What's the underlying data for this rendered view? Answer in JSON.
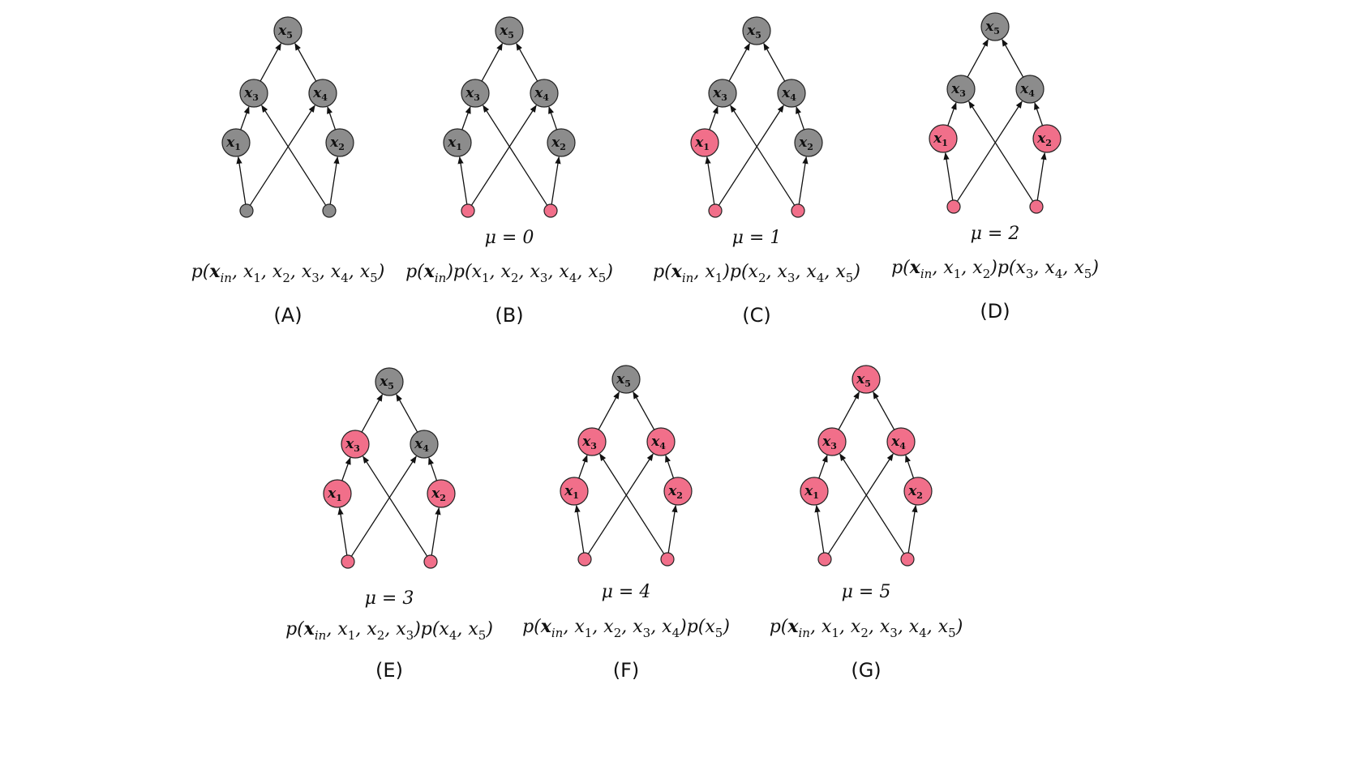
{
  "colors": {
    "observed": "#f16f8a",
    "unobserved": "#8c8c8c",
    "edge": "#111111"
  },
  "nodes": [
    {
      "id": "x5",
      "label": "x",
      "sub": "5"
    },
    {
      "id": "x3",
      "label": "x",
      "sub": "3"
    },
    {
      "id": "x4",
      "label": "x",
      "sub": "4"
    },
    {
      "id": "x1",
      "label": "x",
      "sub": "1"
    },
    {
      "id": "x2",
      "label": "x",
      "sub": "2"
    },
    {
      "id": "inL",
      "label": "",
      "sub": ""
    },
    {
      "id": "inR",
      "label": "",
      "sub": ""
    }
  ],
  "edges": [
    [
      "inL",
      "x1"
    ],
    [
      "inL",
      "x4"
    ],
    [
      "inR",
      "x2"
    ],
    [
      "inR",
      "x3"
    ],
    [
      "x1",
      "x3"
    ],
    [
      "x2",
      "x4"
    ],
    [
      "x3",
      "x5"
    ],
    [
      "x4",
      "x5"
    ]
  ],
  "panels": [
    {
      "letter": "(A)",
      "mu": "",
      "formula": [
        [
          "p(",
          "i"
        ],
        [
          "x",
          "b"
        ],
        [
          "in",
          "subi"
        ],
        [
          ", x",
          "i"
        ],
        [
          "1",
          "sub"
        ],
        [
          ", x",
          "i"
        ],
        [
          "2",
          "sub"
        ],
        [
          ", x",
          "i"
        ],
        [
          "3",
          "sub"
        ],
        [
          ", x",
          "i"
        ],
        [
          "4",
          "sub"
        ],
        [
          ", x",
          "i"
        ],
        [
          "5",
          "sub"
        ],
        [
          ")",
          "i"
        ]
      ],
      "observed": []
    },
    {
      "letter": "(B)",
      "mu": "μ = 0",
      "formula": [
        [
          "p(",
          "i"
        ],
        [
          "x",
          "b"
        ],
        [
          "in",
          "subi"
        ],
        [
          ")p(x",
          "i"
        ],
        [
          "1",
          "sub"
        ],
        [
          ", x",
          "i"
        ],
        [
          "2",
          "sub"
        ],
        [
          ", x",
          "i"
        ],
        [
          "3",
          "sub"
        ],
        [
          ", x",
          "i"
        ],
        [
          "4",
          "sub"
        ],
        [
          ", x",
          "i"
        ],
        [
          "5",
          "sub"
        ],
        [
          ")",
          "i"
        ]
      ],
      "observed": [
        "inL",
        "inR"
      ]
    },
    {
      "letter": "(C)",
      "mu": "μ = 1",
      "formula": [
        [
          "p(",
          "i"
        ],
        [
          "x",
          "b"
        ],
        [
          "in",
          "subi"
        ],
        [
          ", x",
          "i"
        ],
        [
          "1",
          "sub"
        ],
        [
          ")p(x",
          "i"
        ],
        [
          "2",
          "sub"
        ],
        [
          ", x",
          "i"
        ],
        [
          "3",
          "sub"
        ],
        [
          ", x",
          "i"
        ],
        [
          "4",
          "sub"
        ],
        [
          ", x",
          "i"
        ],
        [
          "5",
          "sub"
        ],
        [
          ")",
          "i"
        ]
      ],
      "observed": [
        "inL",
        "inR",
        "x1"
      ]
    },
    {
      "letter": "(D)",
      "mu": "μ = 2",
      "formula": [
        [
          "p(",
          "i"
        ],
        [
          "x",
          "b"
        ],
        [
          "in",
          "subi"
        ],
        [
          ", x",
          "i"
        ],
        [
          "1",
          "sub"
        ],
        [
          ", x",
          "i"
        ],
        [
          "2",
          "sub"
        ],
        [
          ")p(x",
          "i"
        ],
        [
          "3",
          "sub"
        ],
        [
          ", x",
          "i"
        ],
        [
          "4",
          "sub"
        ],
        [
          ", x",
          "i"
        ],
        [
          "5",
          "sub"
        ],
        [
          ")",
          "i"
        ]
      ],
      "observed": [
        "inL",
        "inR",
        "x1",
        "x2"
      ]
    },
    {
      "letter": "(E)",
      "mu": "μ = 3",
      "formula": [
        [
          "p(",
          "i"
        ],
        [
          "x",
          "b"
        ],
        [
          "in",
          "subi"
        ],
        [
          ", x",
          "i"
        ],
        [
          "1",
          "sub"
        ],
        [
          ", x",
          "i"
        ],
        [
          "2",
          "sub"
        ],
        [
          ", x",
          "i"
        ],
        [
          "3",
          "sub"
        ],
        [
          ")p(x",
          "i"
        ],
        [
          "4",
          "sub"
        ],
        [
          ", x",
          "i"
        ],
        [
          "5",
          "sub"
        ],
        [
          ")",
          "i"
        ]
      ],
      "observed": [
        "inL",
        "inR",
        "x1",
        "x2",
        "x3"
      ]
    },
    {
      "letter": "(F)",
      "mu": "μ = 4",
      "formula": [
        [
          "p(",
          "i"
        ],
        [
          "x",
          "b"
        ],
        [
          "in",
          "subi"
        ],
        [
          ", x",
          "i"
        ],
        [
          "1",
          "sub"
        ],
        [
          ", x",
          "i"
        ],
        [
          "2",
          "sub"
        ],
        [
          ", x",
          "i"
        ],
        [
          "3",
          "sub"
        ],
        [
          ", x",
          "i"
        ],
        [
          "4",
          "sub"
        ],
        [
          ")p(x",
          "i"
        ],
        [
          "5",
          "sub"
        ],
        [
          ")",
          "i"
        ]
      ],
      "observed": [
        "inL",
        "inR",
        "x1",
        "x2",
        "x3",
        "x4"
      ]
    },
    {
      "letter": "(G)",
      "mu": "μ = 5",
      "formula": [
        [
          "p(",
          "i"
        ],
        [
          "x",
          "b"
        ],
        [
          "in",
          "subi"
        ],
        [
          ", x",
          "i"
        ],
        [
          "1",
          "sub"
        ],
        [
          ", x",
          "i"
        ],
        [
          "2",
          "sub"
        ],
        [
          ", x",
          "i"
        ],
        [
          "3",
          "sub"
        ],
        [
          ", x",
          "i"
        ],
        [
          "4",
          "sub"
        ],
        [
          ", x",
          "i"
        ],
        [
          "5",
          "sub"
        ],
        [
          ")",
          "i"
        ]
      ],
      "observed": [
        "inL",
        "inR",
        "x1",
        "x2",
        "x3",
        "x4",
        "x5"
      ]
    }
  ]
}
